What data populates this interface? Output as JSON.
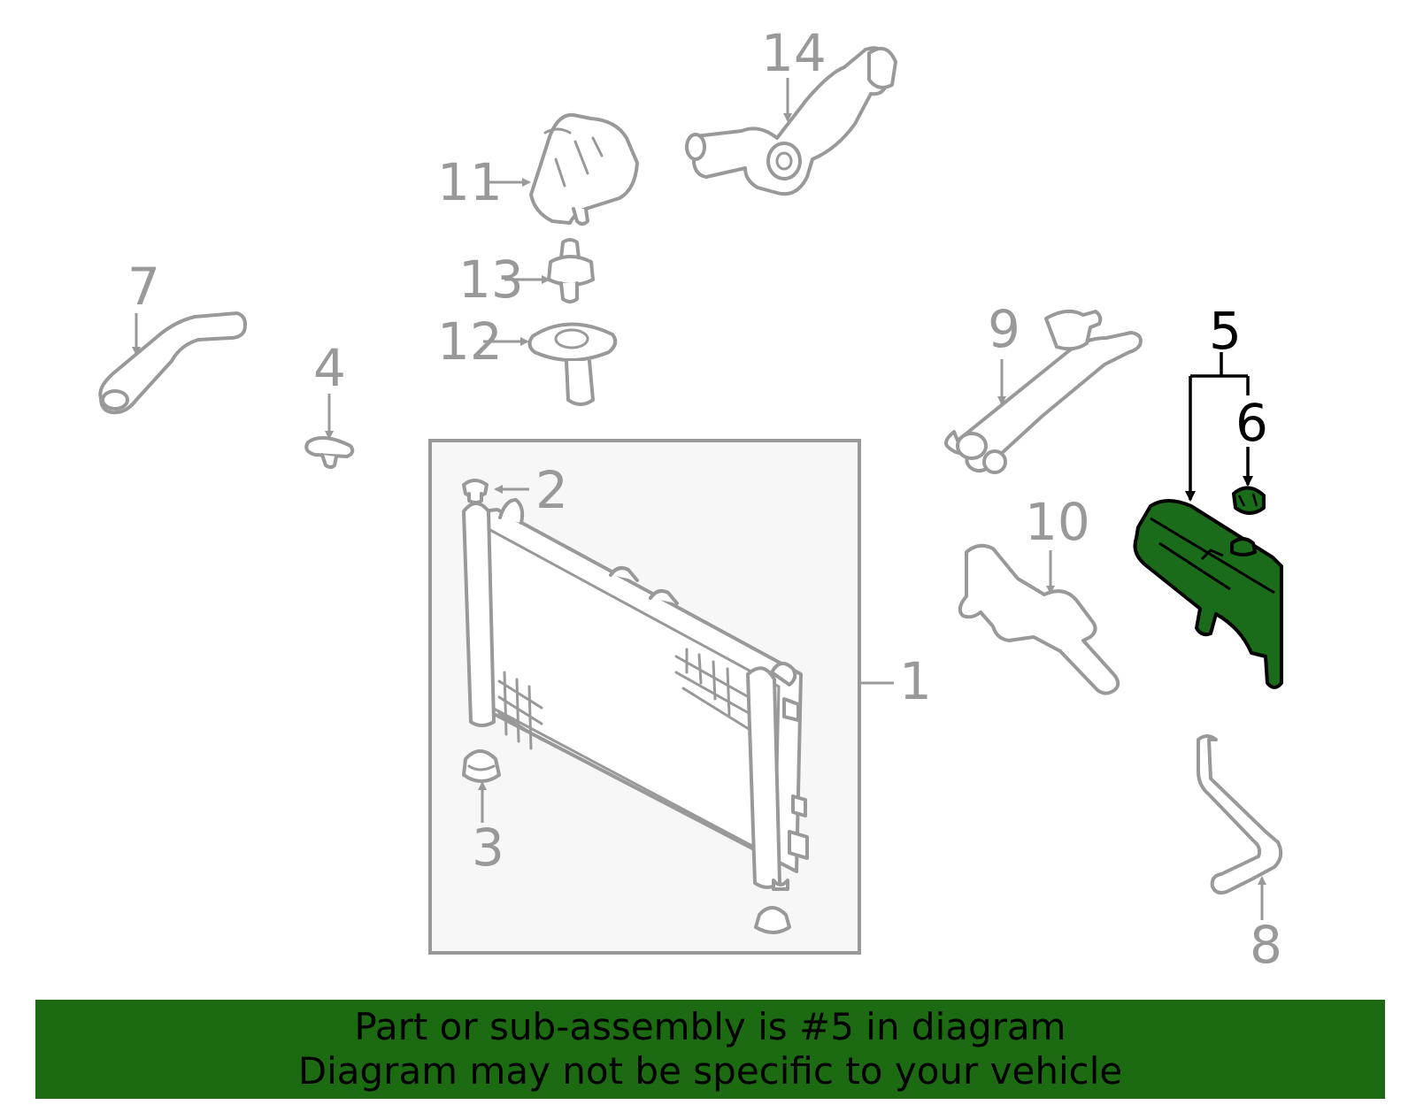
{
  "callouts": {
    "c1": "1",
    "c2": "2",
    "c3": "3",
    "c4": "4",
    "c5": "5",
    "c6": "6",
    "c7": "7",
    "c8": "8",
    "c9": "9",
    "c10": "10",
    "c11": "11",
    "c12": "12",
    "c13": "13",
    "c14": "14"
  },
  "highlight": {
    "part": "5",
    "color": "#1c6b12"
  },
  "banner": {
    "line1": "Part or sub-assembly is #5 in diagram",
    "line2": "Diagram may not be specific to your vehicle"
  }
}
